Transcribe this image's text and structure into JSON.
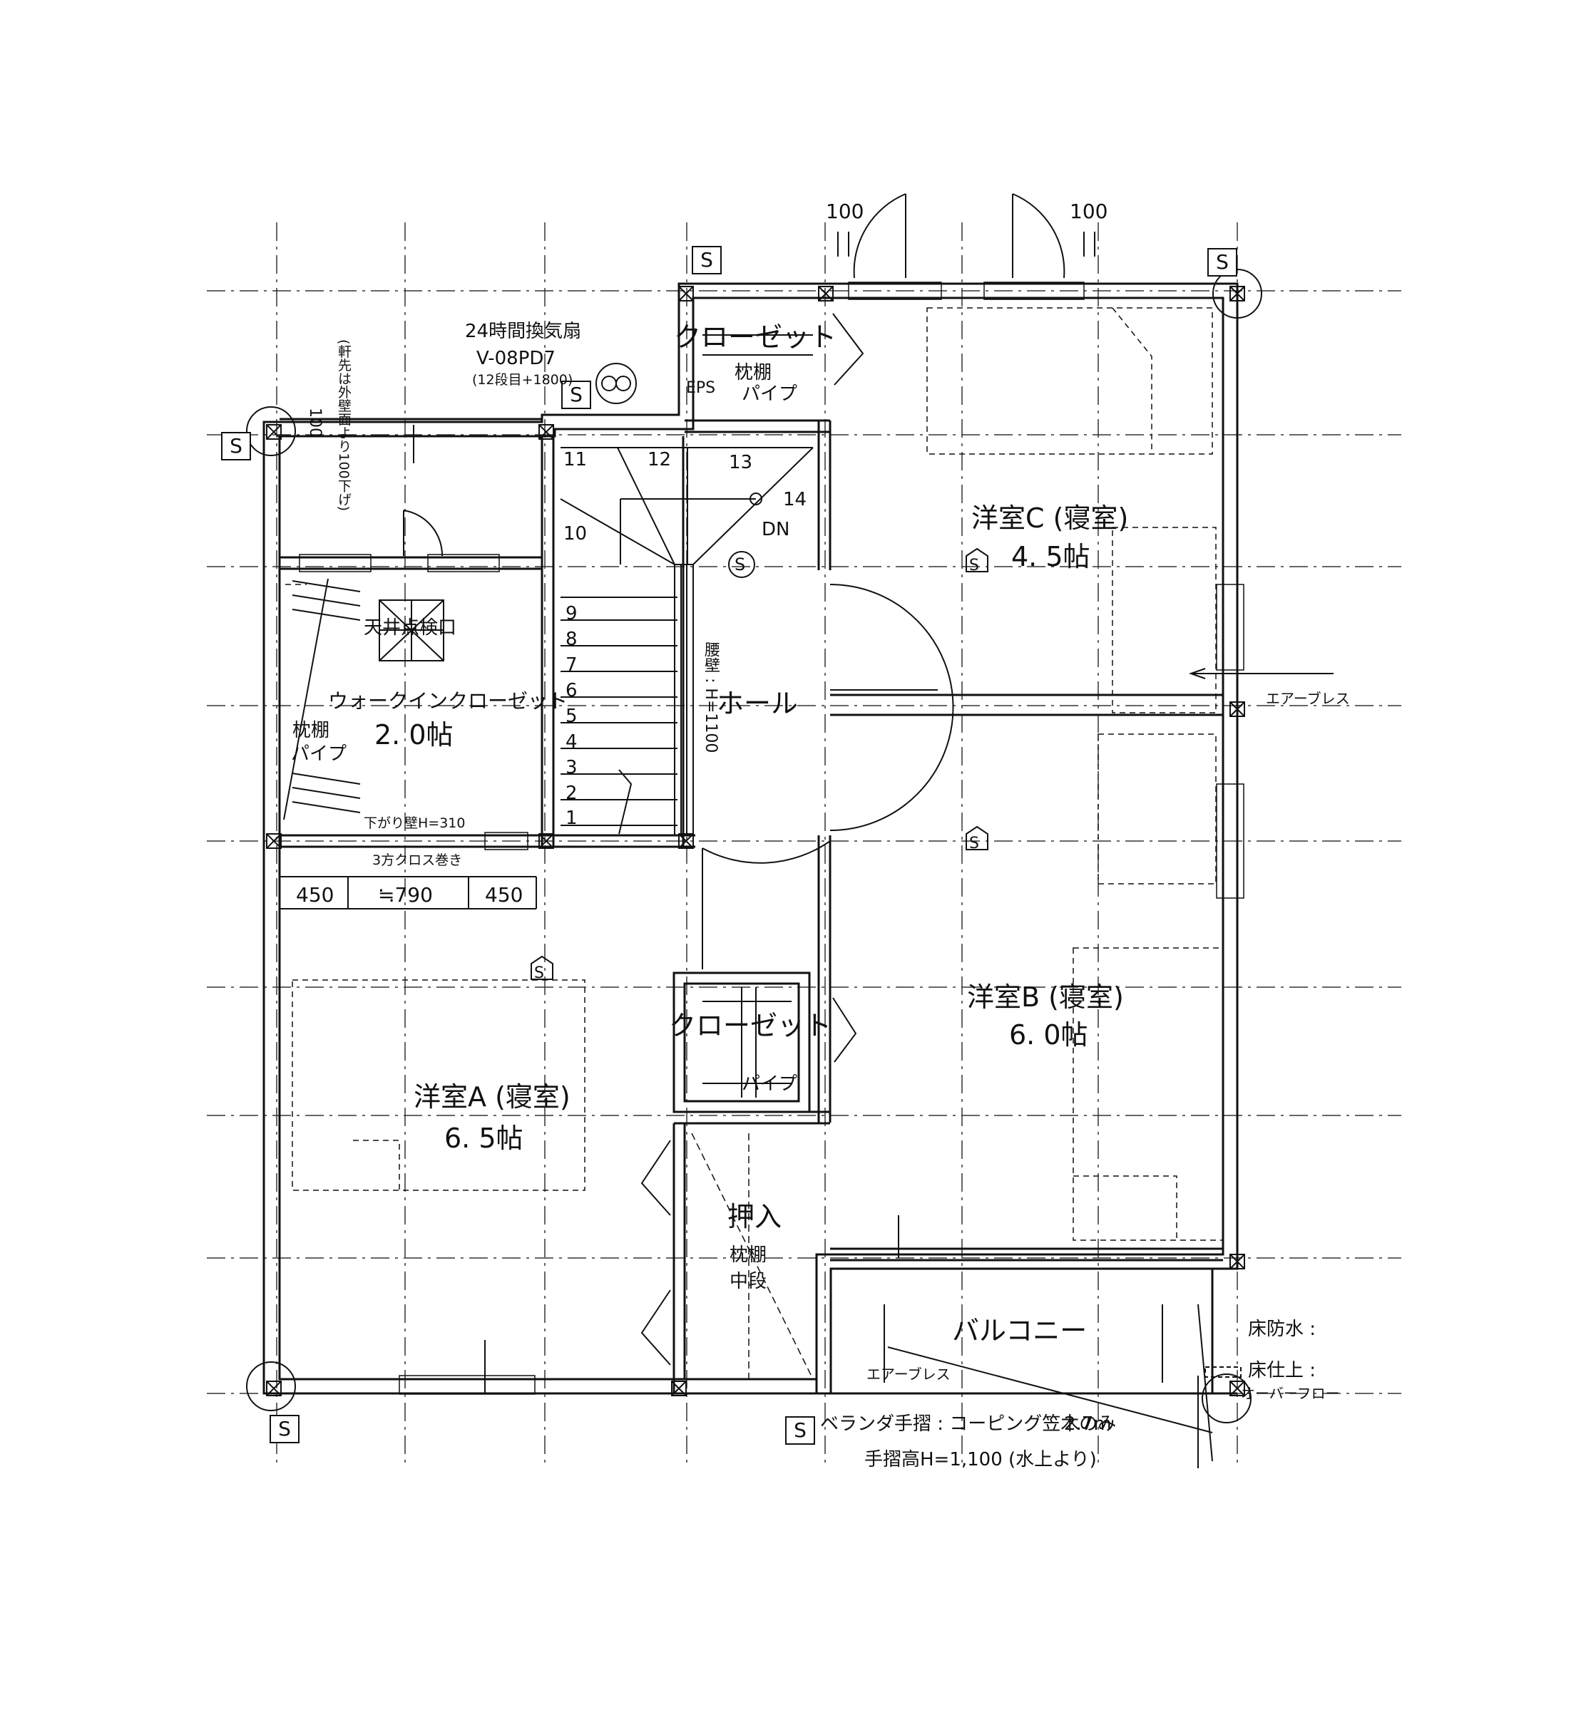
{
  "rooms": {
    "western_a": {
      "name": "洋室A (寝室)",
      "size": "6. 5帖"
    },
    "western_b": {
      "name": "洋室B (寝室)",
      "size": "6. 0帖"
    },
    "western_c": {
      "name": "洋室C (寝室)",
      "size": "4. 5帖"
    },
    "walk_in_closet": {
      "name": "ウォークインクローゼット",
      "size": "2. 0帖",
      "ceiling_hatch": "天井点検口",
      "shelf": "枕棚",
      "pipe": "パイプ"
    },
    "hall": {
      "name": "ホール",
      "handrail": "腰壁 : H=1100"
    },
    "closet_top": {
      "name": "クローゼット",
      "shelf": "枕棚",
      "pipe": "パイプ",
      "eps": "EPS"
    },
    "closet_mid": {
      "name": "クローゼット",
      "pipe": "パイプ"
    },
    "oshiire": {
      "name": "押入",
      "shelf": "枕棚",
      "middle": "中段"
    },
    "balcony": {
      "name": "バルコニー"
    }
  },
  "fan": {
    "title": "24時間換気扇",
    "model": "V-08PD7",
    "note": "(12段目+1800)"
  },
  "eave_note": "(軒先は外壁面より100下げ)",
  "eave_dim": "100",
  "dims": {
    "top_left": "100",
    "top_right": "100",
    "d1": "450",
    "d2": "≒790",
    "d3": "450"
  },
  "notes": {
    "drop_wall": "下がり壁H=310",
    "cloth": "3方クロス巻き",
    "air_brace_1": "エアーブレス",
    "air_brace_2": "エアーブレス",
    "floor_waterproof": "床防水 :",
    "floor_finish": "床仕上 :",
    "overflow": "オーバーフロー",
    "veranda_rail": "ベランダ手摺 : コーピング笠木のみ",
    "rail_length": "2.7m",
    "rail_height": "手摺高H=1,100 (水上より)"
  },
  "stair": {
    "steps": [
      "1",
      "2",
      "3",
      "4",
      "5",
      "6",
      "7",
      "8",
      "9",
      "10",
      "11",
      "12",
      "13",
      "14"
    ],
    "direction": "DN"
  },
  "s_marks": [
    "S",
    "S",
    "S",
    "S",
    "S",
    "S",
    "S",
    "S",
    "S",
    "S"
  ]
}
